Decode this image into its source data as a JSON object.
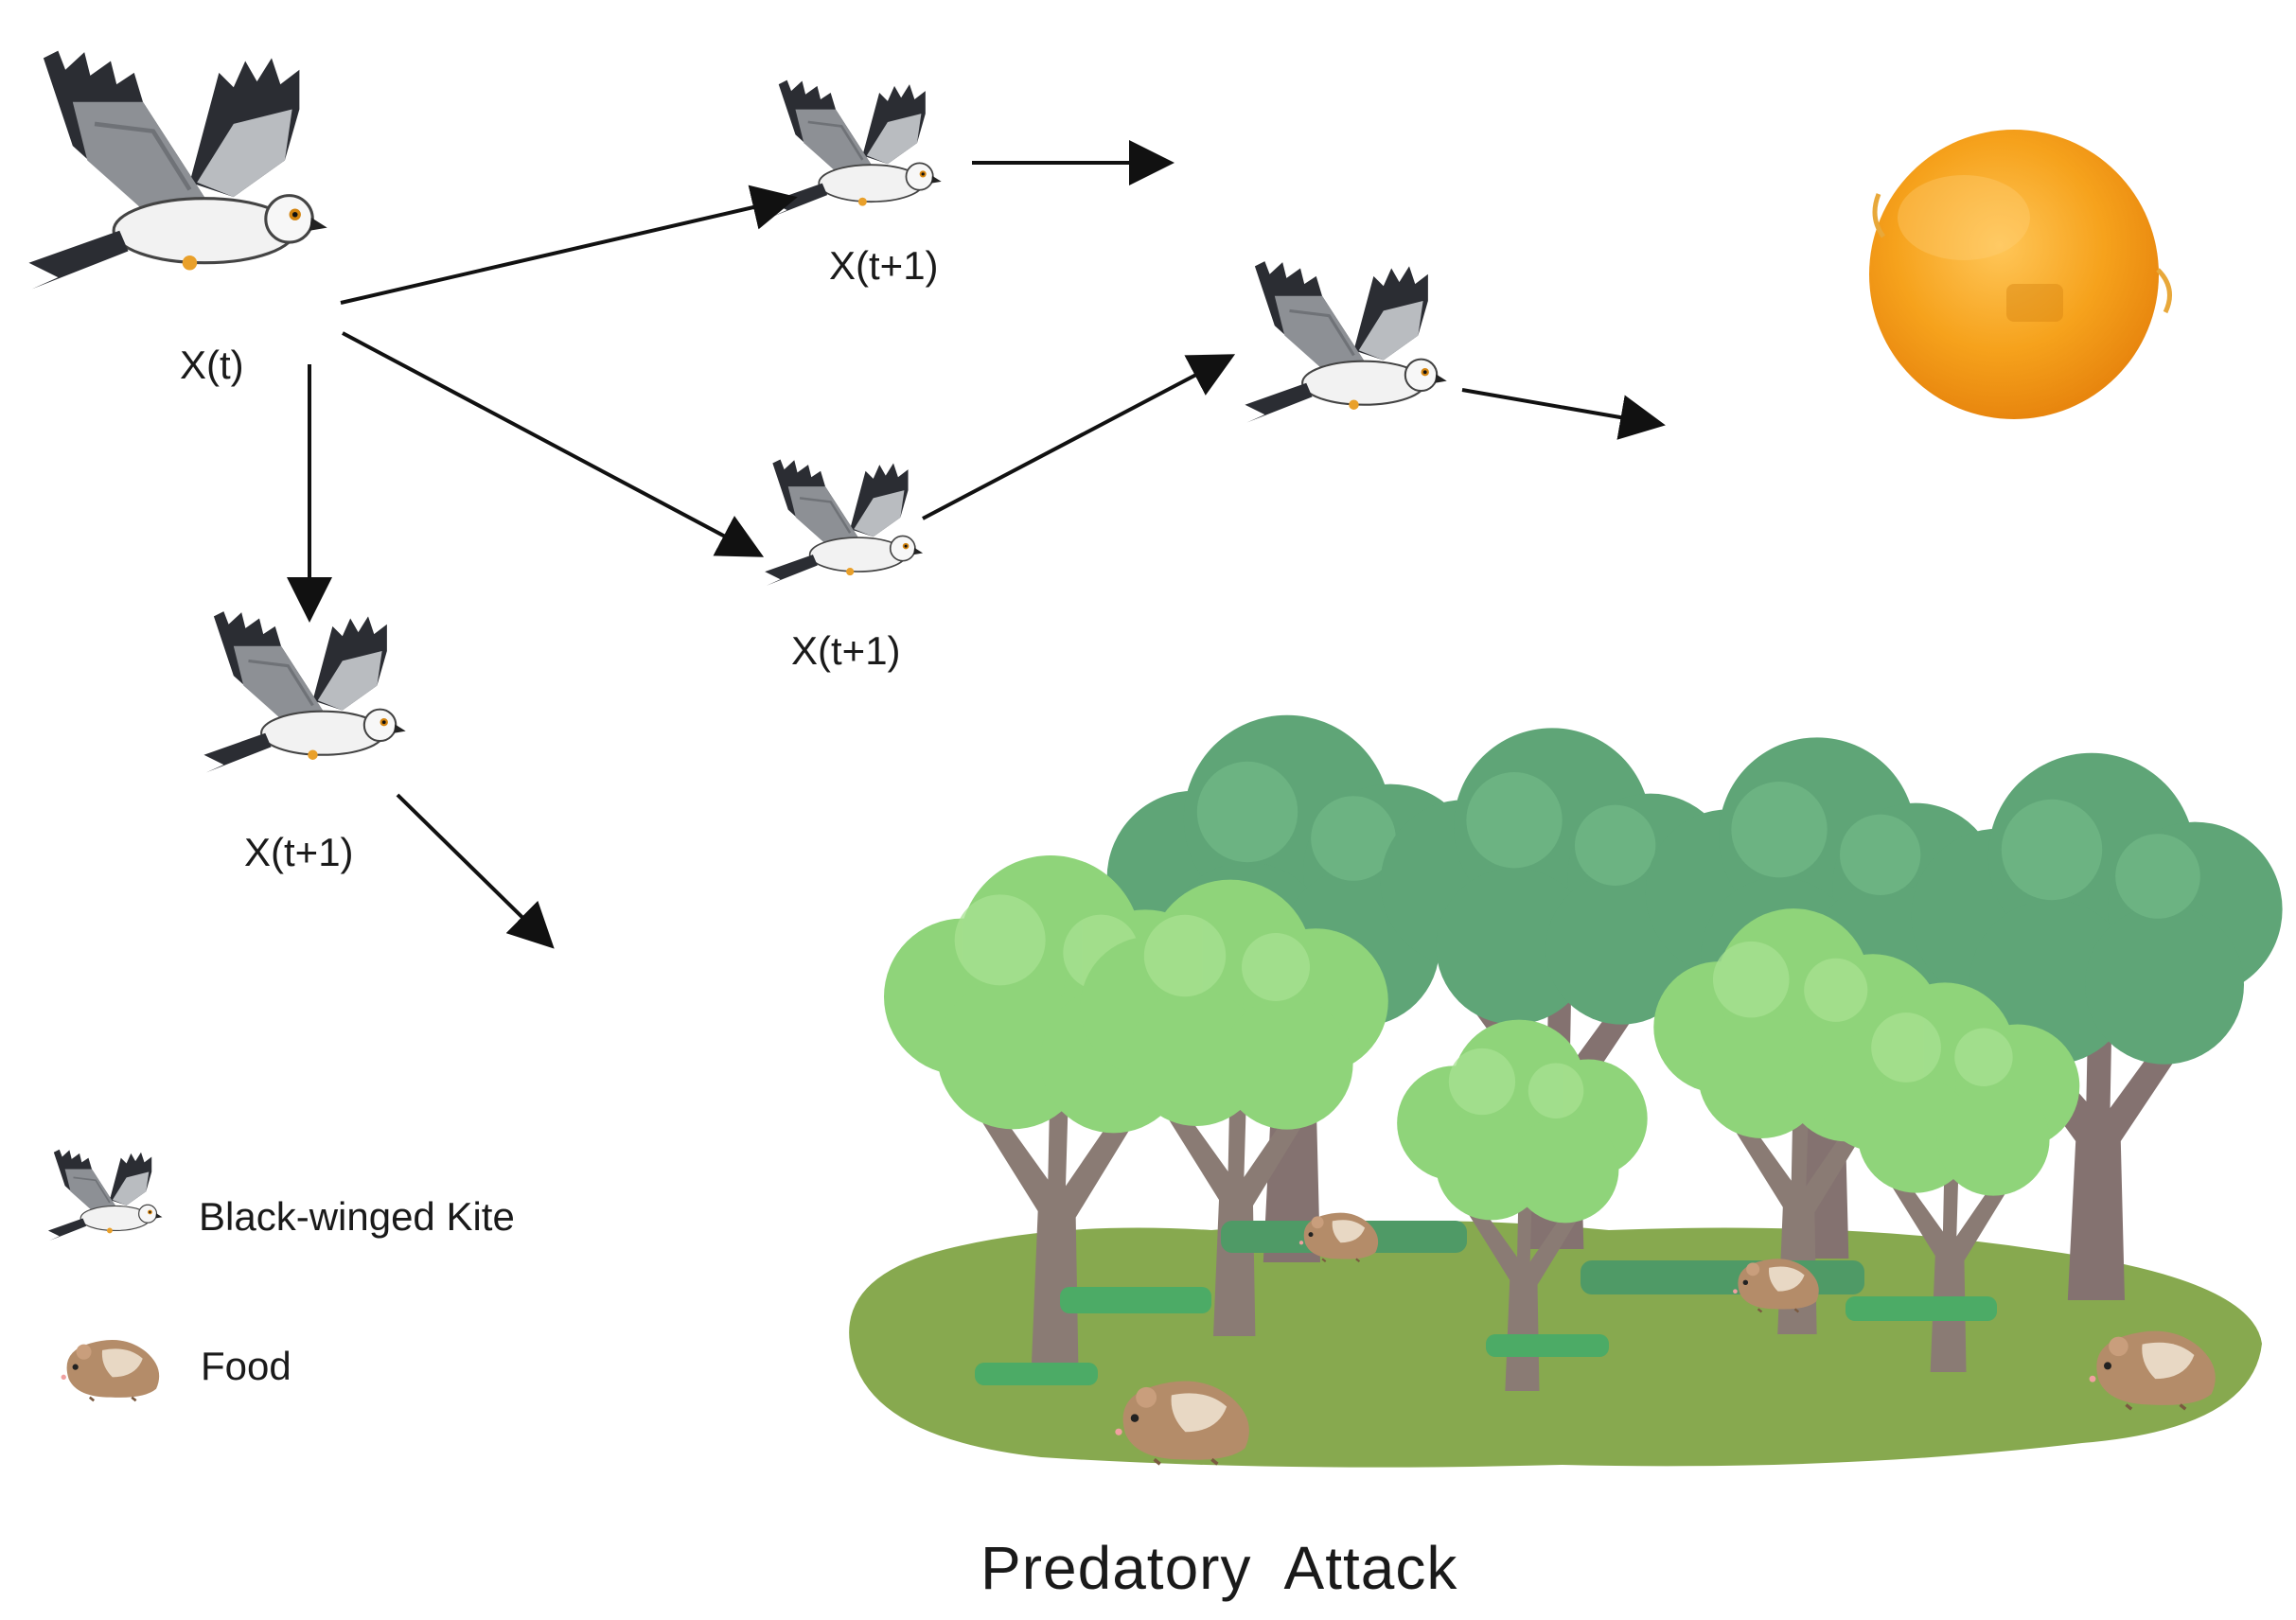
{
  "nodes": {
    "start": "X(t)",
    "upper": "X(t+1)",
    "middle": "X(t+1)",
    "lower": "X(t+1)"
  },
  "legend": {
    "kite": "Black-winged Kite",
    "food": "Food"
  },
  "caption": "Predatory  Attack",
  "icons": {
    "kite": "black-winged-kite-icon",
    "food": "rodent-icon",
    "sun": "sun-icon",
    "forest": "forest-icon"
  },
  "colors": {
    "kite_body": "#f2f2f2",
    "kite_wing": "#8d9095",
    "kite_wing_tip": "#2b2d33",
    "sun": "#f6a21c",
    "tree_light": "#8fd47a",
    "tree_dark": "#5fa577",
    "grass": "#87a94f",
    "trunk": "#8a7b74",
    "rodent": "#b48c69"
  }
}
